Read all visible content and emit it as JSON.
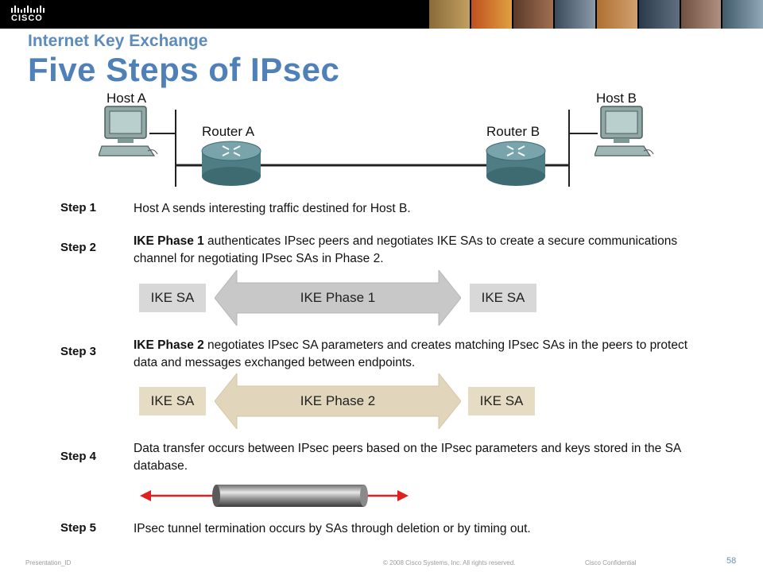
{
  "header": {
    "logo_text": "CISCO",
    "subtitle": "Internet Key Exchange",
    "title": "Five Steps of IPsec"
  },
  "network": {
    "host_a": "Host A",
    "host_b": "Host B",
    "router_a": "Router A",
    "router_b": "Router B"
  },
  "steps": [
    {
      "label": "Step 1",
      "text": "Host A sends interesting traffic destined for Host B."
    },
    {
      "label": "Step 2",
      "bold": "IKE Phase 1",
      "text": " authenticates IPsec peers and negotiates IKE SAs to create a secure communications channel for negotiating IPsec SAs in Phase 2."
    },
    {
      "label": "Step 3",
      "bold": "IKE Phase 2",
      "text": " negotiates IPsec SA parameters and creates matching IPsec SAs in the peers to protect data and messages exchanged between endpoints."
    },
    {
      "label": "Step 4",
      "text": "Data transfer occurs between IPsec peers based on the IPsec parameters and keys stored in the SA database."
    },
    {
      "label": "Step 5",
      "text": "IPsec tunnel termination occurs by SAs through deletion or by timing out."
    }
  ],
  "phase1": {
    "left": "IKE SA",
    "middle": "IKE Phase 1",
    "right": "IKE SA",
    "box_color": "#d8d8d8",
    "arrow_color": "#c8c8c8"
  },
  "phase2": {
    "left": "IKE SA",
    "middle": "IKE Phase 2",
    "right": "IKE SA",
    "box_color": "#e6dcc3",
    "arrow_color": "#e1d6bb"
  },
  "footer": {
    "presentation_id": "Presentation_ID",
    "copyright": "© 2008 Cisco Systems, Inc. All rights reserved.",
    "confidential": "Cisco Confidential",
    "page": "58"
  },
  "colors": {
    "title_blue": "#4f80b8",
    "tunnel_arrow": "#e02020"
  }
}
